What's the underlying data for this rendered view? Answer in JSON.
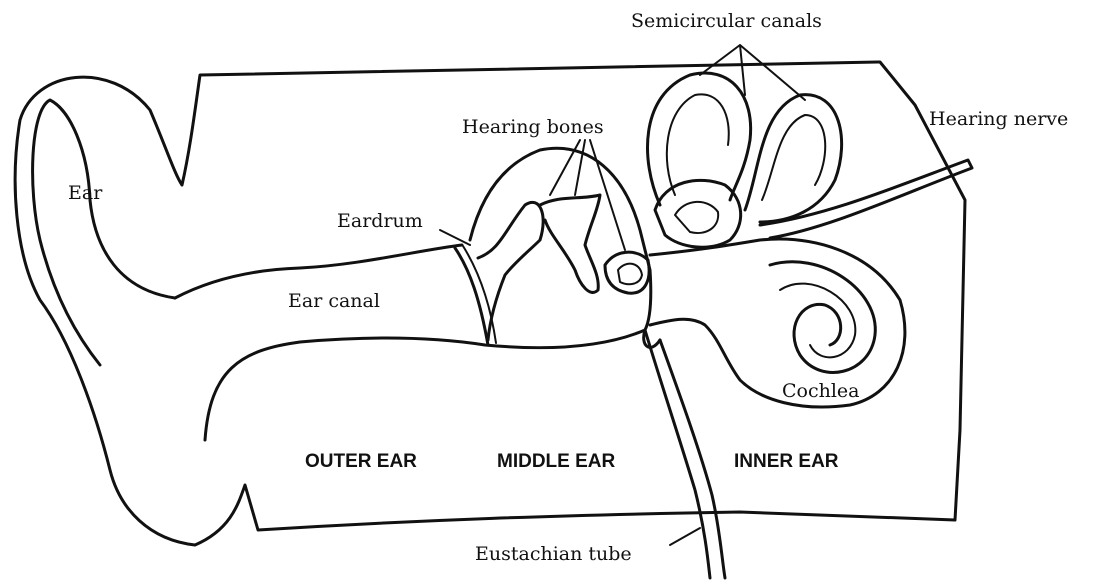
{
  "labels": {
    "ear": "Ear",
    "ear_canal": "Ear canal",
    "eardrum": "Eardrum",
    "hearing_bones": "Hearing bones",
    "semicircular_canals": "Semicircular canals",
    "hearing_nerve": "Hearing nerve",
    "cochlea": "Cochlea",
    "eustachian_tube": "Eustachian tube"
  },
  "regions": {
    "outer": "OUTER EAR",
    "middle": "MIDDLE EAR",
    "inner": "INNER EAR"
  }
}
